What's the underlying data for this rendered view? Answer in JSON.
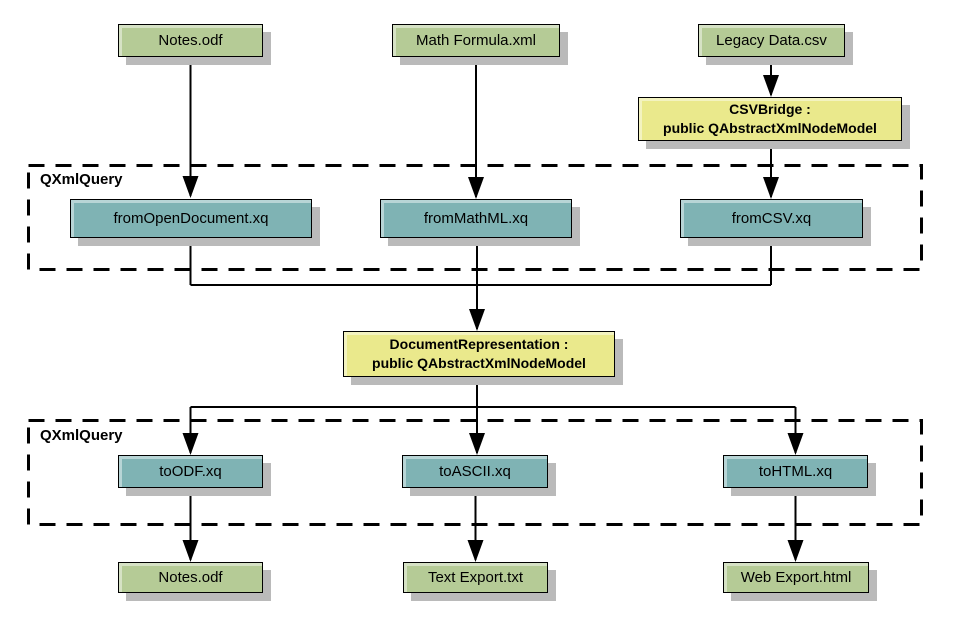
{
  "colors": {
    "background": "#ffffff",
    "line": "#000000",
    "shadow": "#bababa",
    "file_fill": "#b5cb96",
    "query_fill": "#7fb3b4",
    "model_fill": "#eae98c"
  },
  "sources": [
    {
      "label": "Notes.odf"
    },
    {
      "label": "Math Formula.xml"
    },
    {
      "label": "Legacy Data.csv"
    }
  ],
  "csv_bridge": {
    "line1": "CSVBridge :",
    "line2": "public QAbstractXmlNodeModel"
  },
  "query_group_top": {
    "label": "QXmlQuery",
    "items": [
      {
        "label": "fromOpenDocument.xq"
      },
      {
        "label": "fromMathML.xq"
      },
      {
        "label": "fromCSV.xq"
      }
    ]
  },
  "document_representation": {
    "line1": "DocumentRepresentation :",
    "line2": "public QAbstractXmlNodeModel"
  },
  "query_group_bottom": {
    "label": "QXmlQuery",
    "items": [
      {
        "label": "toODF.xq"
      },
      {
        "label": "toASCII.xq"
      },
      {
        "label": "toHTML.xq"
      }
    ]
  },
  "outputs": [
    {
      "label": "Notes.odf"
    },
    {
      "label": "Text Export.txt"
    },
    {
      "label": "Web Export.html"
    }
  ]
}
